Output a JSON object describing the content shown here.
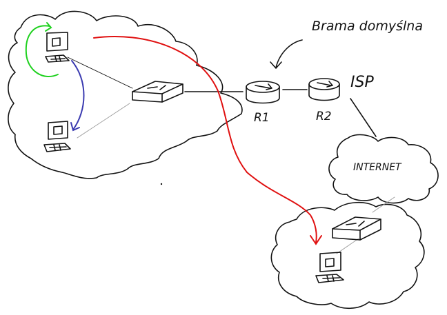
{
  "labels": {
    "default_gateway": "Brama domyślna",
    "isp": "ISP",
    "r1": "R1",
    "r2": "R2",
    "internet": "INTERNET"
  },
  "colors": {
    "ink": "#111111",
    "local_path": "#1fd11f",
    "lan_path": "#3a3ab0",
    "routed_path": "#e01010",
    "link_grey": "#9a9a9a"
  }
}
